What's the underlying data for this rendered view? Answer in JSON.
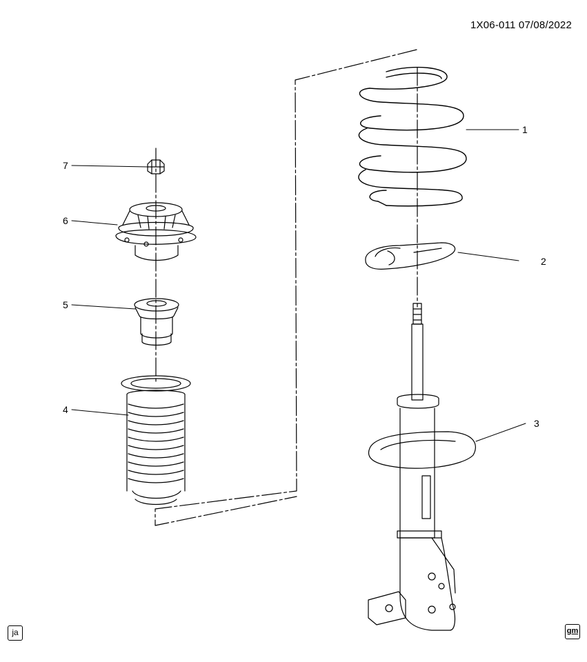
{
  "header": {
    "reference": "1X06-011  07/08/2022"
  },
  "callouts": [
    {
      "id": "1",
      "label": "1"
    },
    {
      "id": "2",
      "label": "2"
    },
    {
      "id": "3",
      "label": "3"
    },
    {
      "id": "4",
      "label": "4"
    },
    {
      "id": "5",
      "label": "5"
    },
    {
      "id": "6",
      "label": "6"
    },
    {
      "id": "7",
      "label": "7"
    }
  ],
  "stamps": {
    "left": "ja",
    "right": "gm"
  },
  "colors": {
    "line": "#000000",
    "background": "#ffffff"
  }
}
